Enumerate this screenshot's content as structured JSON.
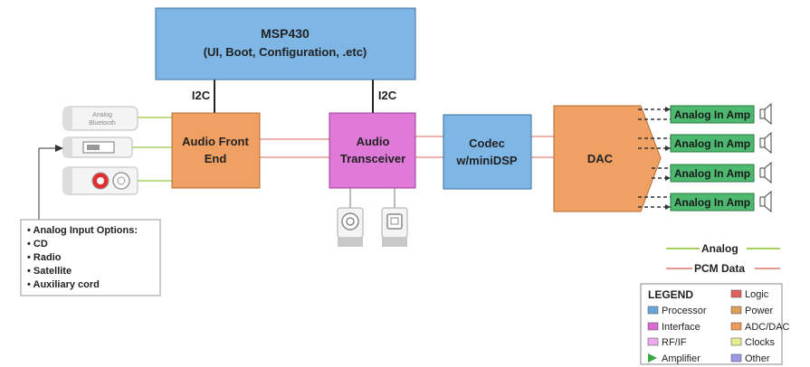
{
  "blocks": {
    "msp430_title": "MSP430",
    "msp430_sub": "(UI, Boot, Configuration, .etc)",
    "afe_line1": "Audio Front",
    "afe_line2": "End",
    "transceiver_line1": "Audio",
    "transceiver_line2": "Transceiver",
    "codec_line1": "Codec",
    "codec_line2": "w/miniDSP",
    "dac": "DAC"
  },
  "bus_labels": {
    "left": "I2C",
    "right": "I2C"
  },
  "amps": [
    "Analog In Amp",
    "Analog In Amp",
    "Analog In Amp",
    "Analog In Amp"
  ],
  "inputs": {
    "bluetooth_line1": "Analog",
    "bluetooth_line2": "Bluetooth"
  },
  "input_options": [
    "• Analog Input Options:",
    "• CD",
    "• Radio",
    "• Satellite",
    "• Auxiliary cord"
  ],
  "signal_legend": {
    "analog": "Analog",
    "pcm": "PCM Data"
  },
  "legend": {
    "title": "LEGEND",
    "items": [
      {
        "label": "Processor",
        "color": "#6aa6dc"
      },
      {
        "label": "Interface",
        "color": "#d86ad0"
      },
      {
        "label": "RF/IF",
        "color": "#eeaaee"
      },
      {
        "label": "Amplifier",
        "color": "#3aa840"
      },
      {
        "label": "Logic",
        "color": "#e06060"
      },
      {
        "label": "Power",
        "color": "#d9a05a"
      },
      {
        "label": "ADC/DAC",
        "color": "#ef9a5a"
      },
      {
        "label": "Clocks",
        "color": "#e6ec90"
      },
      {
        "label": "Other",
        "color": "#9a9ae8"
      }
    ]
  },
  "colors": {
    "processor": "#7eb6e6",
    "interface": "#e07ad8",
    "adc_dac": "#f0a062",
    "amplifier": "#4cb870",
    "analog_line": "#a8d060",
    "pcm_line": "#e89890"
  }
}
